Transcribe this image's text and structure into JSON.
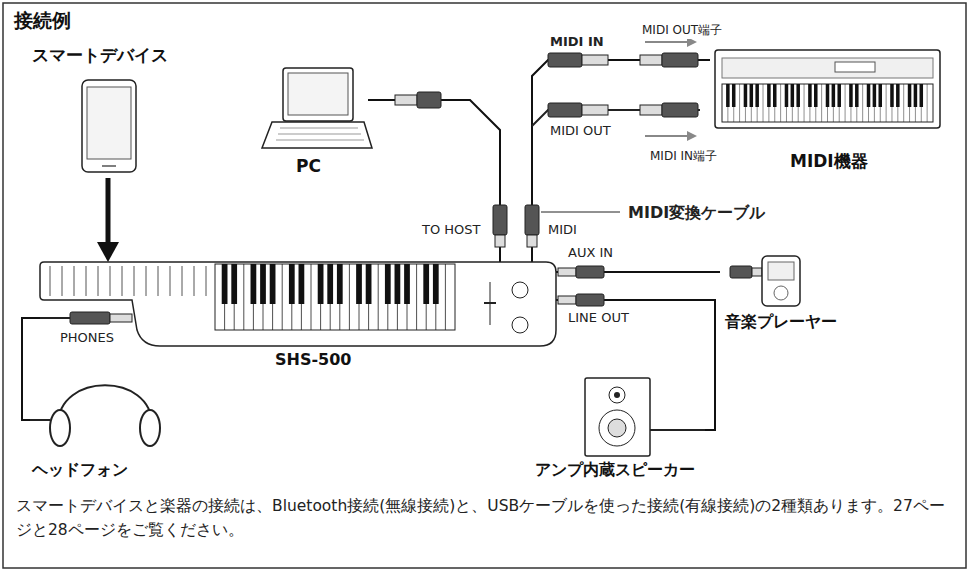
{
  "diagram": {
    "title": "接続例",
    "caption": "スマートデバイスと楽器の接続は、Bluetooth接続(無線接続)と、USBケーブルを使った接続(有線接続)の2種類あります。27ページと28ページをご覧ください。",
    "nodes": [
      {
        "text": [
          "スマートデバイス"
        ]
      },
      {
        "text": [
          "PC"
        ]
      },
      {
        "text": [
          "MIDI機器"
        ]
      },
      {
        "text": [
          "SHS-500"
        ]
      },
      {
        "text": [
          "音楽プレーヤー"
        ]
      },
      {
        "text": [
          "アンプ内蔵スピーカー"
        ]
      },
      {
        "text": [
          "ヘッドフォン"
        ]
      }
    ],
    "edges": [
      {
        "from": 0,
        "to": 3,
        "arrow": "to"
      },
      {
        "from": 1,
        "to": 3,
        "arrow": "none"
      },
      {
        "from": 2,
        "to": 3,
        "arrow": "none"
      },
      {
        "from": 4,
        "to": 3,
        "arrow": "none"
      },
      {
        "from": 3,
        "to": 5,
        "arrow": "none"
      },
      {
        "from": 3,
        "to": 6,
        "arrow": "none"
      }
    ],
    "labels": [
      "MIDI OUT端子",
      "MIDI IN",
      "MIDI OUT",
      "MIDI IN端子",
      "MIDI変換ケーブル",
      "TO HOST",
      "MIDI",
      "AUX IN",
      "LINE OUT",
      "PHONES"
    ]
  }
}
